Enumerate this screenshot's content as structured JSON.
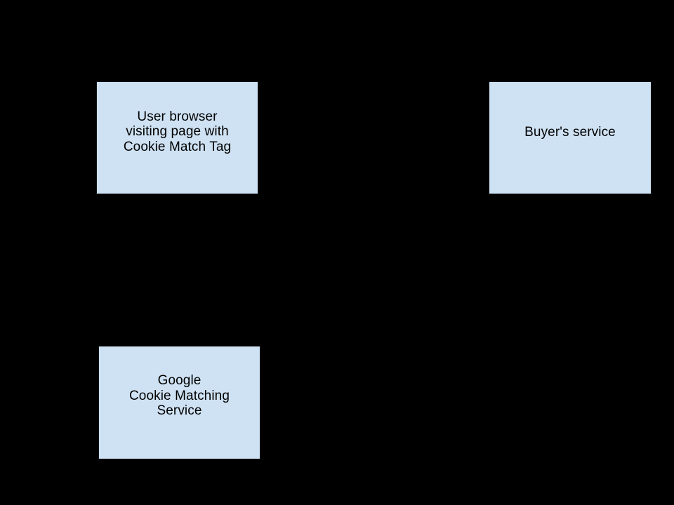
{
  "colors": {
    "background": "#000000",
    "node_fill": "#cfe2f3",
    "node_border": "#000000",
    "node_text": "#000000"
  },
  "diagram": {
    "type": "flowchart",
    "nodes": [
      {
        "id": "user-browser",
        "label": "User browser\nvisiting page with\nCookie Match Tag"
      },
      {
        "id": "buyers-service",
        "label": "Buyer's service"
      },
      {
        "id": "google-cookie-matching-service",
        "label": "Google\nCookie Matching\nService"
      }
    ]
  }
}
